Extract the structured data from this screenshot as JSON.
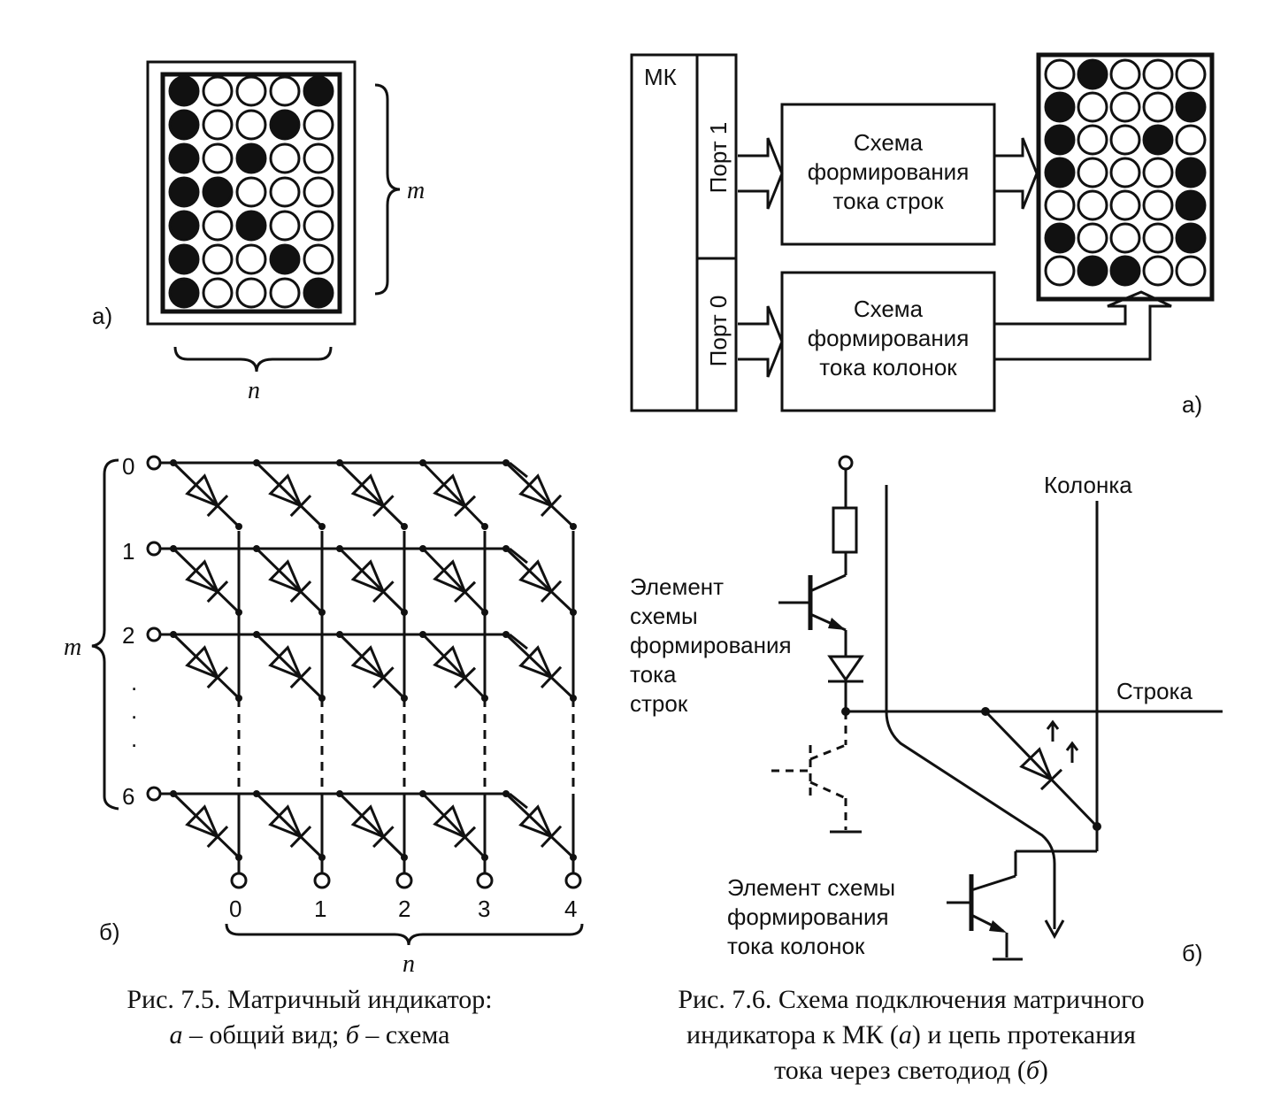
{
  "fig_7_5": {
    "panel_a_label": "а)",
    "panel_b_label": "б)",
    "m_label": "m",
    "n_label": "n",
    "dot_grid": [
      [
        1,
        0,
        0,
        0,
        1
      ],
      [
        1,
        0,
        0,
        1,
        0
      ],
      [
        1,
        0,
        1,
        0,
        0
      ],
      [
        1,
        1,
        0,
        0,
        0
      ],
      [
        1,
        0,
        1,
        0,
        0
      ],
      [
        1,
        0,
        0,
        1,
        0
      ],
      [
        1,
        0,
        0,
        0,
        1
      ]
    ],
    "row_labels": [
      "0",
      "1",
      "2",
      "6"
    ],
    "ellipsis": ". . .",
    "column_labels": [
      "0",
      "1",
      "2",
      "3",
      "4"
    ],
    "caption": {
      "line1": "Рис. 7.5. Матричный индикатор:",
      "line2_a": "а",
      "line2_b": " – общий вид; ",
      "line2_c": "б",
      "line2_d": " – схема"
    }
  },
  "fig_7_6": {
    "panel_a_label": "а)",
    "panel_b_label": "б)",
    "mk_label": "МК",
    "port1_label": "Порт 1",
    "port0_label": "Порт 0",
    "row_block": [
      "Схема",
      "формирования",
      "тока строк"
    ],
    "col_block": [
      "Схема",
      "формирования",
      "тока колонок"
    ],
    "indicator_grid": [
      [
        0,
        1,
        0,
        0,
        0
      ],
      [
        1,
        0,
        0,
        0,
        1
      ],
      [
        1,
        0,
        0,
        1,
        0
      ],
      [
        1,
        0,
        0,
        0,
        1
      ],
      [
        0,
        0,
        0,
        0,
        1
      ],
      [
        1,
        0,
        0,
        0,
        1
      ],
      [
        0,
        1,
        1,
        0,
        0
      ]
    ],
    "column_label": "Колонка",
    "row_label": "Строка",
    "row_element_label": [
      "Элемент",
      "схемы",
      "формирования",
      "тока",
      "строк"
    ],
    "col_element_label": [
      "Элемент схемы",
      "формирования",
      "тока  колонок"
    ],
    "caption": {
      "line1": "Рис.  7.6. Схема подключения матричного",
      "line2_a": "индикатора к МК (",
      "line2_b": "а",
      "line2_c": ") и цепь протекания",
      "line3_a": "тока через светодиод  (",
      "line3_b": "б",
      "line3_c": ")"
    }
  }
}
